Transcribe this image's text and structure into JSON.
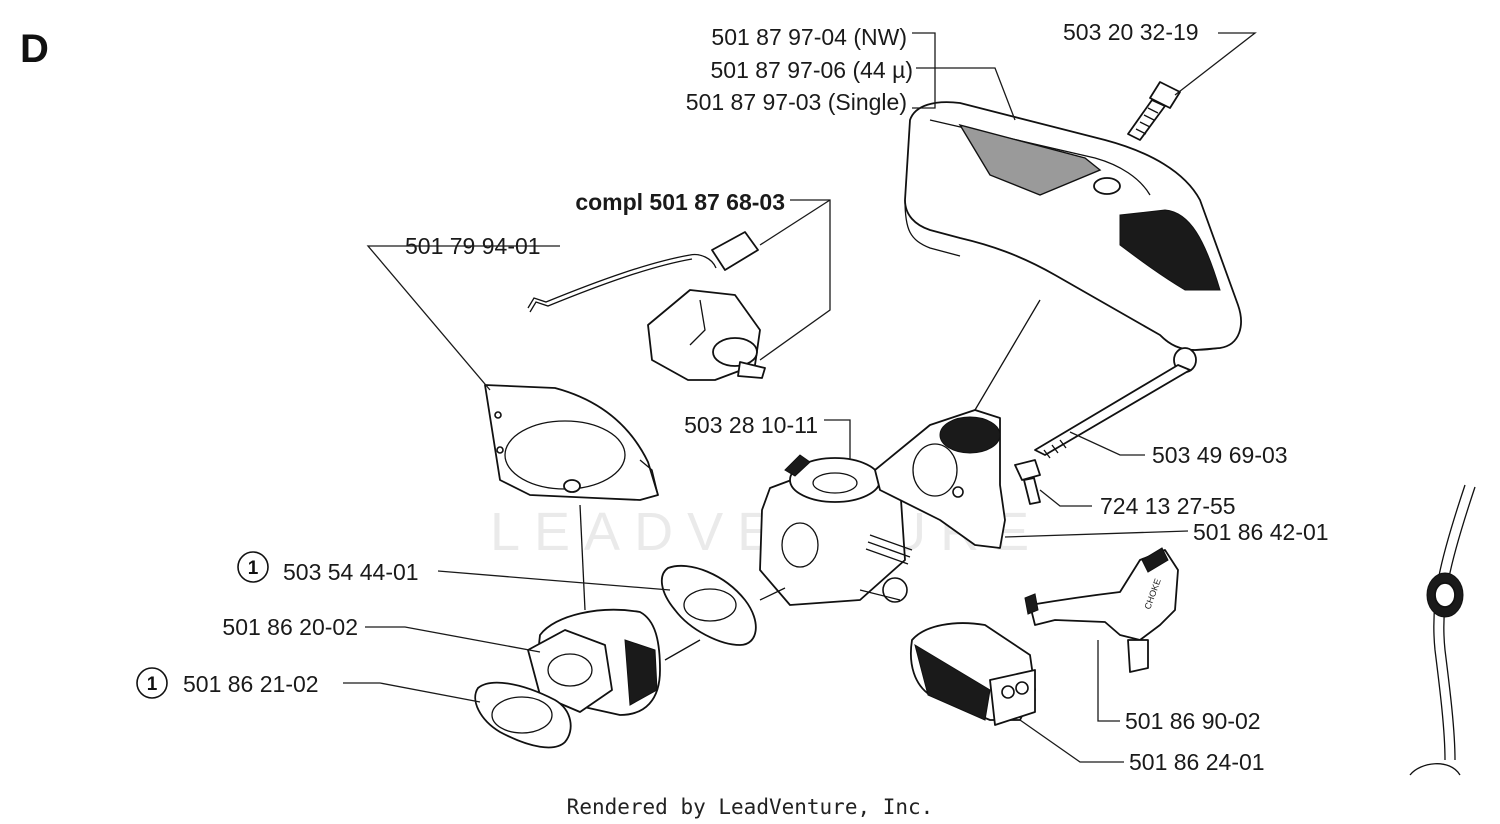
{
  "section": "D",
  "footer": "Rendered by LeadVenture, Inc.",
  "watermark": "LEADVENTURE",
  "labels": {
    "air_filter_nw": "501 87 97-04 (NW)",
    "air_filter_44": "501 87 97-06 (44 µ)",
    "air_filter_single": "501 87 97-03 (Single)",
    "filter_screw": "503 20 32-19",
    "choke_compl": "compl 501 87 68-03",
    "gasket_plate": "501 79 94-01",
    "carburetor": "503 28 10-11",
    "long_bolt": "503 49 69-03",
    "small_screw": "724 13 27-55",
    "adapter": "501 86 42-01",
    "gasket_carb": "503 54 44-01",
    "intake": "501 86 20-02",
    "gasket_intake": "501 86 21-02",
    "choke_lever": "501 86 90-02",
    "filter_block": "501 86 24-01"
  },
  "callout_number": "1",
  "choke_text": "CHOKE",
  "icons": {
    "callout": "circle-number-icon"
  }
}
